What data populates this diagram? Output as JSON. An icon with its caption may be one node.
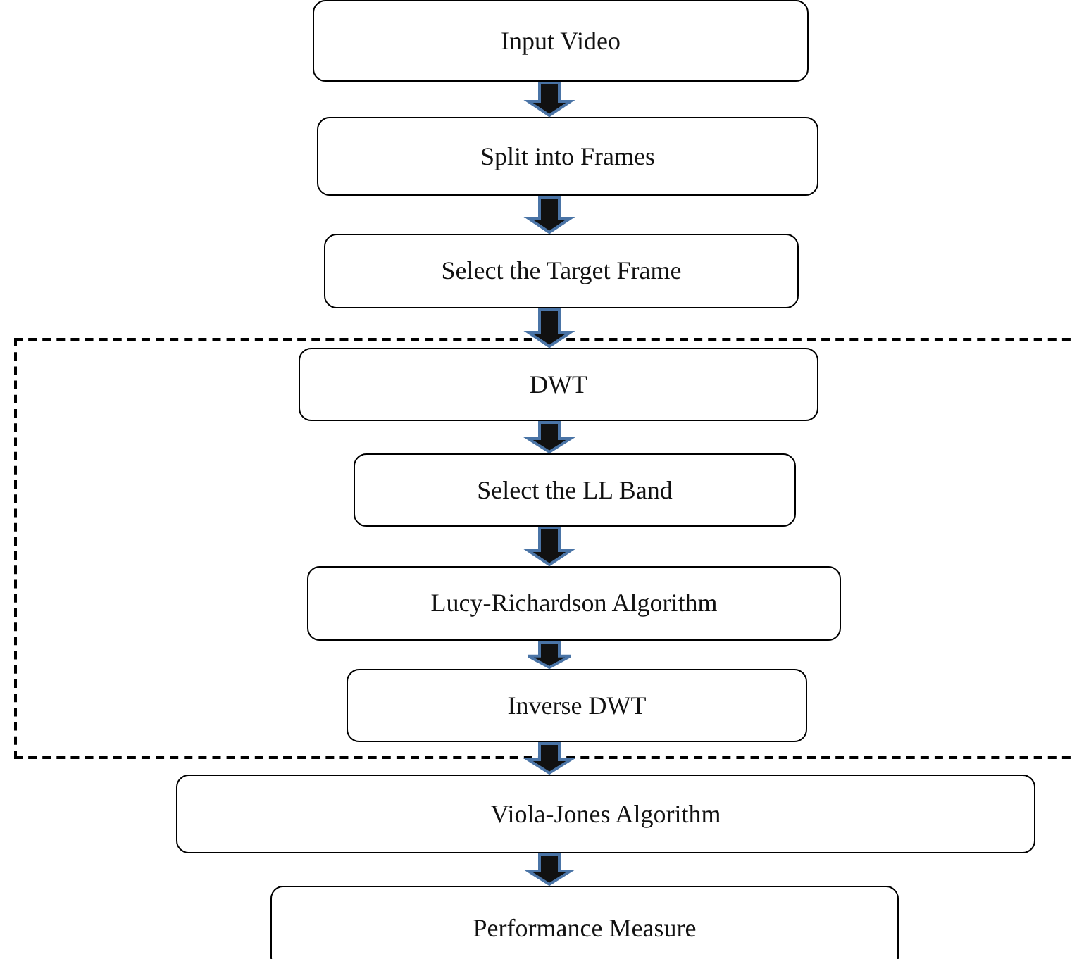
{
  "diagram": {
    "nodes": [
      {
        "text": [
          "Input Video"
        ]
      },
      {
        "text": [
          "Split into Frames"
        ]
      },
      {
        "text": [
          "Select the Target Frame"
        ]
      },
      {
        "text": [],
        "shape": "box"
      },
      {
        "text": [
          "DWT"
        ],
        "in": 3
      },
      {
        "text": [
          "Select the LL Band"
        ],
        "in": 3
      },
      {
        "text": [
          "Lucy-Richardson Algorithm"
        ],
        "in": 3
      },
      {
        "text": [
          "Inverse DWT"
        ],
        "in": 3
      },
      {
        "text": [
          "Viola-Jones Algorithm"
        ]
      },
      {
        "text": [
          "Performance Measure"
        ]
      }
    ],
    "edges": [
      {
        "from": 0,
        "to": 1,
        "arrow": "to"
      },
      {
        "from": 1,
        "to": 2,
        "arrow": "to"
      },
      {
        "from": 2,
        "to": 4,
        "arrow": "to"
      },
      {
        "from": 4,
        "to": 5,
        "arrow": "to"
      },
      {
        "from": 5,
        "to": 6,
        "arrow": "to"
      },
      {
        "from": 6,
        "to": 7,
        "arrow": "to"
      },
      {
        "from": 7,
        "to": 8,
        "arrow": "to"
      },
      {
        "from": 8,
        "to": 9,
        "arrow": "to"
      }
    ]
  }
}
